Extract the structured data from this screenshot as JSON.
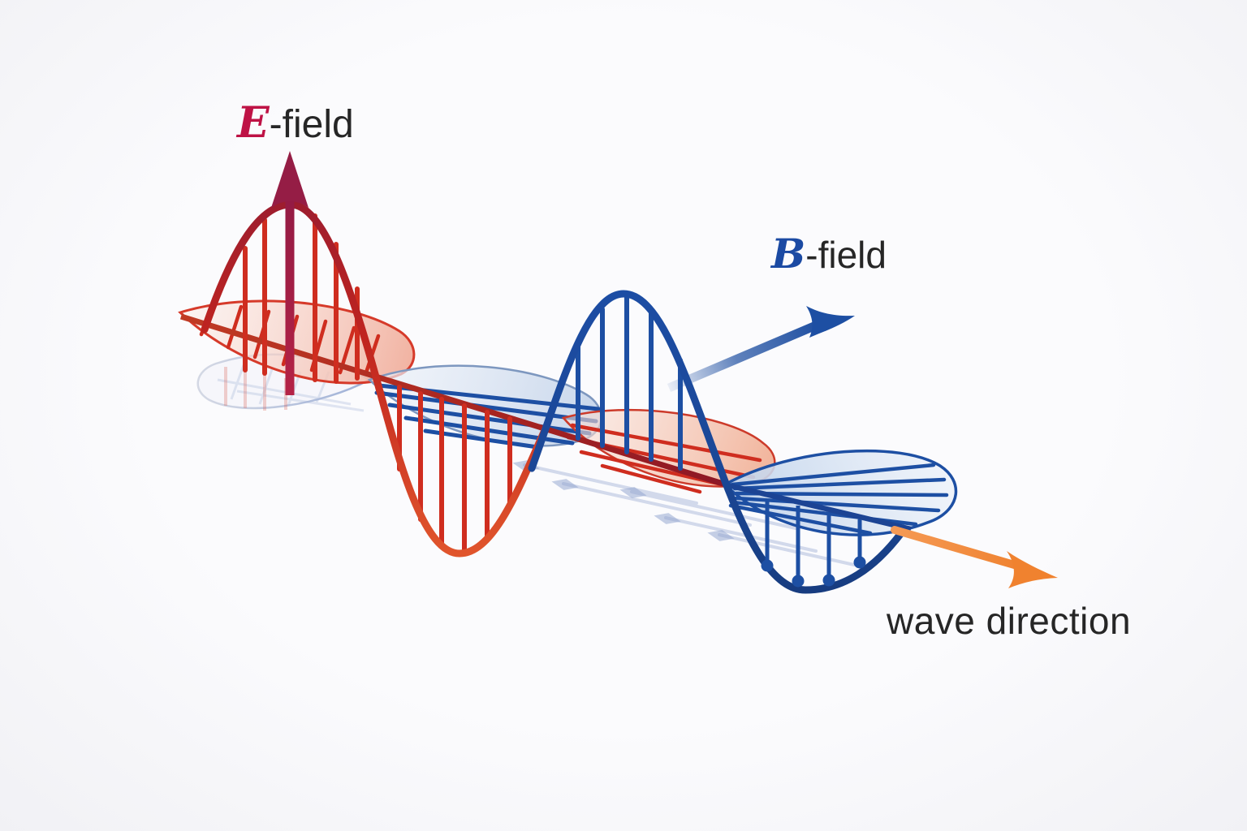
{
  "labels": {
    "e_field_symbol": "E",
    "e_field_suffix": "-field",
    "b_field_symbol": "B",
    "b_field_suffix": "-field",
    "wave_direction": "wave direction"
  },
  "colors": {
    "e_field_symbol": "#be1245",
    "e_wave": "#cf2d1f",
    "e_arrow": "#951d45",
    "b_field_symbol": "#1b4aa3",
    "b_wave": "#1d4fa3",
    "b_axis": "#1c4494",
    "axis": "#9c1c2c",
    "wave_direction_arrow": "#f0822f",
    "label_text": "#262626",
    "background": "#f1f1f5"
  }
}
